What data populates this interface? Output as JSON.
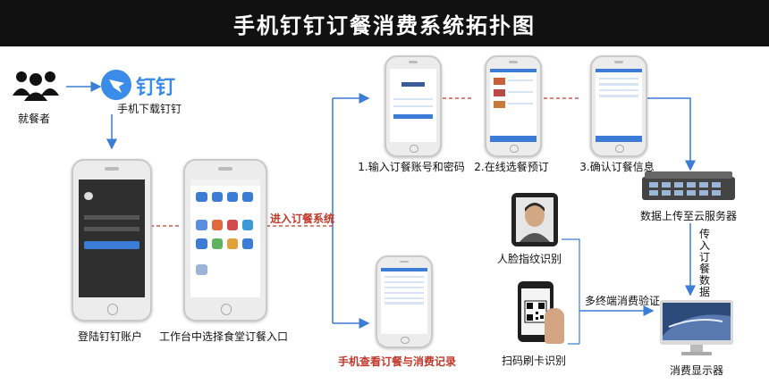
{
  "title": "手机钉钉订餐消费系统拓扑图",
  "nodes": {
    "diner": "就餐者",
    "dingtalk_logo": "钉钉",
    "download": "手机下载钉钉",
    "login": "登陆钉钉账户",
    "workbench": "工作台中选择食堂订餐入口",
    "enter_system": "进入订餐系统",
    "step1": "1.输入订餐账号和密码",
    "step2": "2.在线选餐预订",
    "step3": "3.确认订餐信息",
    "upload_cloud": "数据上传至云服务器",
    "transfer": "传入订餐数据",
    "face_id": "人脸指纹识别",
    "qr_scan": "扫码刷卡识别",
    "multi_terminal": "多终端消费验证",
    "display": "消费显示器",
    "mobile_records": "手机查看订餐与消费记录"
  },
  "colors": {
    "header_bg": "#111111",
    "arrow": "#3b7cd6",
    "highlight_text": "#c0392b",
    "dashed_line": "#c0392b"
  }
}
